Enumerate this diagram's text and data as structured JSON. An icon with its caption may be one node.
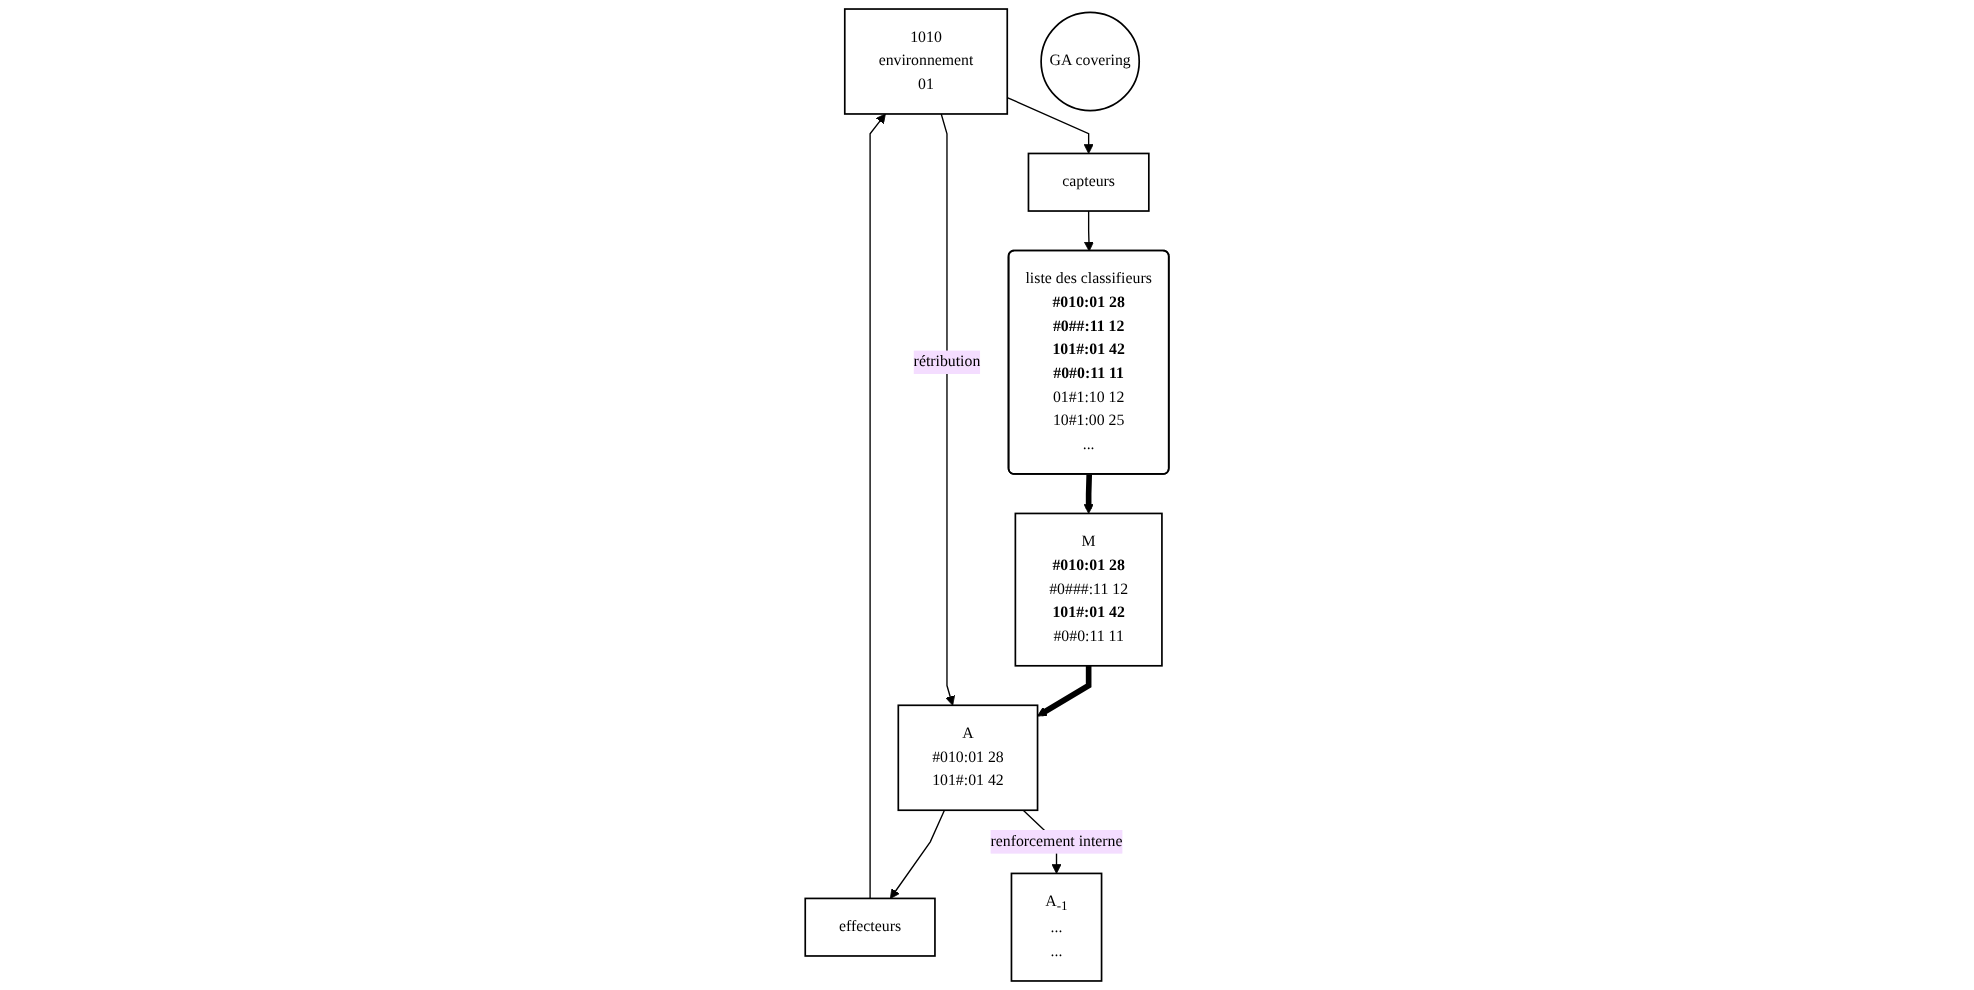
{
  "diagram": {
    "nodes": [
      {
        "text": [
          "1010",
          "environnement",
          "01"
        ]
      },
      {
        "text": [
          "capteurs"
        ]
      },
      {
        "text": [
          "liste des classifieurs",
          "**#010:01 28**",
          "**#0##:11 12**",
          "**101#:01 42**",
          "**#0#0:11 11**",
          "01#1:10 12",
          "10#1:00 25",
          "..."
        ]
      },
      {
        "text": [
          "GA covering"
        ]
      },
      {
        "text": [
          "M",
          "**#010:01 28**",
          "#0###:11 12",
          "**101#:01 42**",
          "#0#0:11 11"
        ]
      },
      {
        "text": [
          "A",
          "#010:01 28",
          "101#:01 42"
        ]
      },
      {
        "text": [
          "effecteurs"
        ]
      },
      {
        "text": [
          "A$_{-1}$",
          "...",
          "..."
        ]
      }
    ],
    "edges": [
      {
        "from": 0,
        "to": 1,
        "arrow": "to"
      },
      {
        "from": 1,
        "to": 2,
        "arrow": "to"
      },
      {
        "from": 2,
        "to": 4,
        "arrow": "to",
        "style": "thick"
      },
      {
        "from": 4,
        "to": 5,
        "arrow": "to",
        "style": "thick"
      },
      {
        "from": 5,
        "to": 6,
        "arrow": "to"
      },
      {
        "from": 6,
        "to": 0,
        "arrow": "to"
      },
      {
        "from": 0,
        "to": 5,
        "arrow": "to",
        "label": "rétribution"
      },
      {
        "from": 5,
        "to": 7,
        "arrow": "to",
        "label": "renforcement interne"
      }
    ]
  }
}
